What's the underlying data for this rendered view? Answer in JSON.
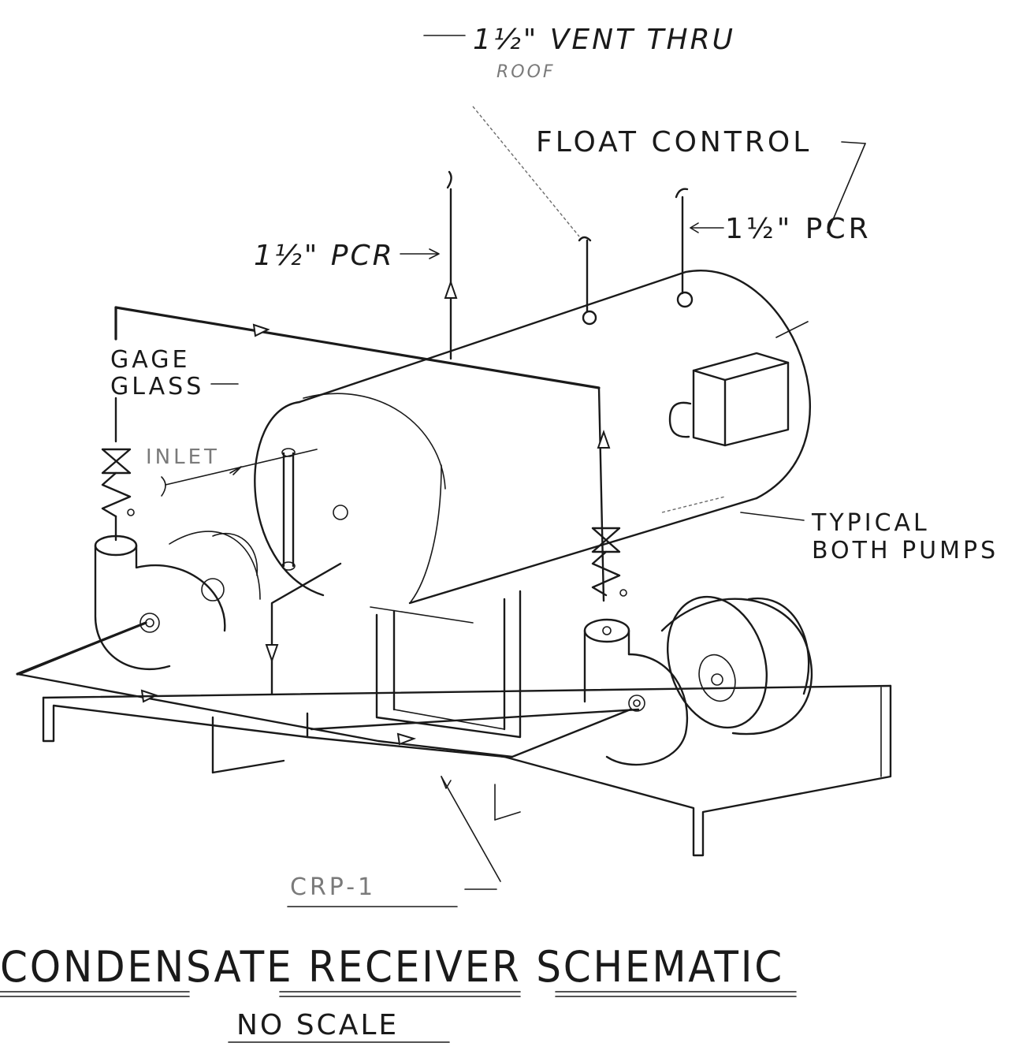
{
  "title": "CONDENSATE RECEIVER SCHEMATIC",
  "subtitle": "NO SCALE",
  "labels": {
    "vent_line1": "1½\" VENT THRU",
    "vent_line2": "ROOF",
    "float_control": "FLOAT CONTROL",
    "pcr_left": "1½\" PCR",
    "pcr_right": "1½\" PCR",
    "gage_glass_line1": "GAGE",
    "gage_glass_line2": "GLASS",
    "inlet": "INLET",
    "typical_line1": "TYPICAL",
    "typical_line2": "BOTH PUMPS",
    "tag": "CRP-1"
  }
}
